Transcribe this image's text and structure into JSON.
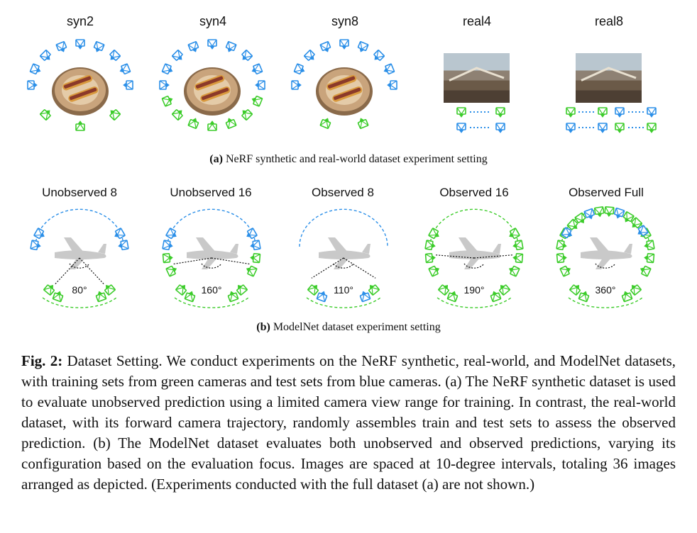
{
  "top_row": {
    "titles": [
      "syn2",
      "syn4",
      "syn8",
      "real4",
      "real8"
    ]
  },
  "caption_a": {
    "label": "(a)",
    "text": "NeRF synthetic and real-world dataset experiment setting"
  },
  "mid_row": {
    "titles": [
      "Unobserved 8",
      "Unobserved 16",
      "Observed 8",
      "Observed 16",
      "Observed Full"
    ],
    "angles": [
      "80°",
      "160°",
      "110°",
      "190°",
      "360°"
    ]
  },
  "caption_b": {
    "label": "(b)",
    "text": "ModelNet dataset experiment setting"
  },
  "figure": {
    "label": "Fig. 2:",
    "text": "Dataset Setting. We conduct experiments on the NeRF synthetic, real-world, and ModelNet datasets, with training sets from green cameras and test sets from blue cameras. (a) The NeRF synthetic dataset is used to evaluate unobserved prediction using a limited camera view range for training. In contrast, the real-world dataset, with its forward camera trajectory, randomly assembles train and test sets to assess the observed prediction. (b) The ModelNet dataset evaluates both unobserved and observed predictions, varying its configuration based on the evaluation focus. Images are spaced at 10-degree intervals, totaling 36 images arranged as depicted. (Experiments conducted with the full dataset (a) are not shown.)"
  },
  "colors": {
    "train_camera": "#3ccc2a",
    "test_camera": "#2b8fe8"
  }
}
